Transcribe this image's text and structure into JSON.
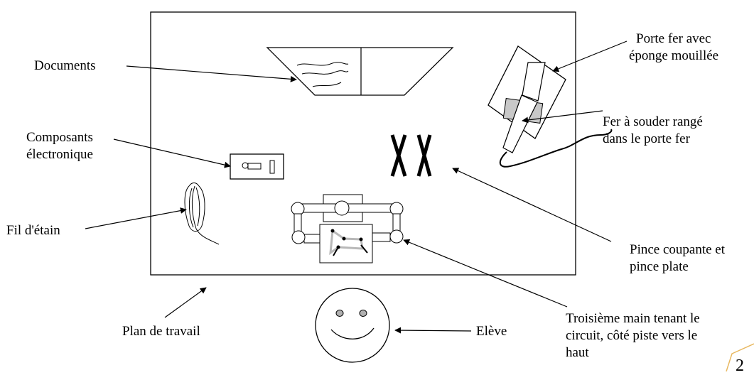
{
  "labels": {
    "documents": "Documents",
    "porte_fer_1": "Porte fer avec",
    "porte_fer_2": "éponge mouillée",
    "fer_1": "Fer à souder rangé",
    "fer_2": "dans le porte fer",
    "composants_1": "Composants",
    "composants_2": "électronique",
    "fil": "Fil d'étain",
    "pince_1": "Pince coupante et",
    "pince_2": "pince plate",
    "plan": "Plan de travail",
    "eleve": "Elève",
    "main_1": "Troisième main tenant le",
    "main_2": "circuit, côté piste vers le",
    "main_3": "haut",
    "page_number": "2"
  },
  "colors": {
    "ink": "#000000",
    "background": "#ffffff",
    "face_eye": "#b0b0b0",
    "circuit_trace": "#b8b8b8",
    "sponge": "#c8c8c8",
    "page_tab": "#e8b860"
  }
}
